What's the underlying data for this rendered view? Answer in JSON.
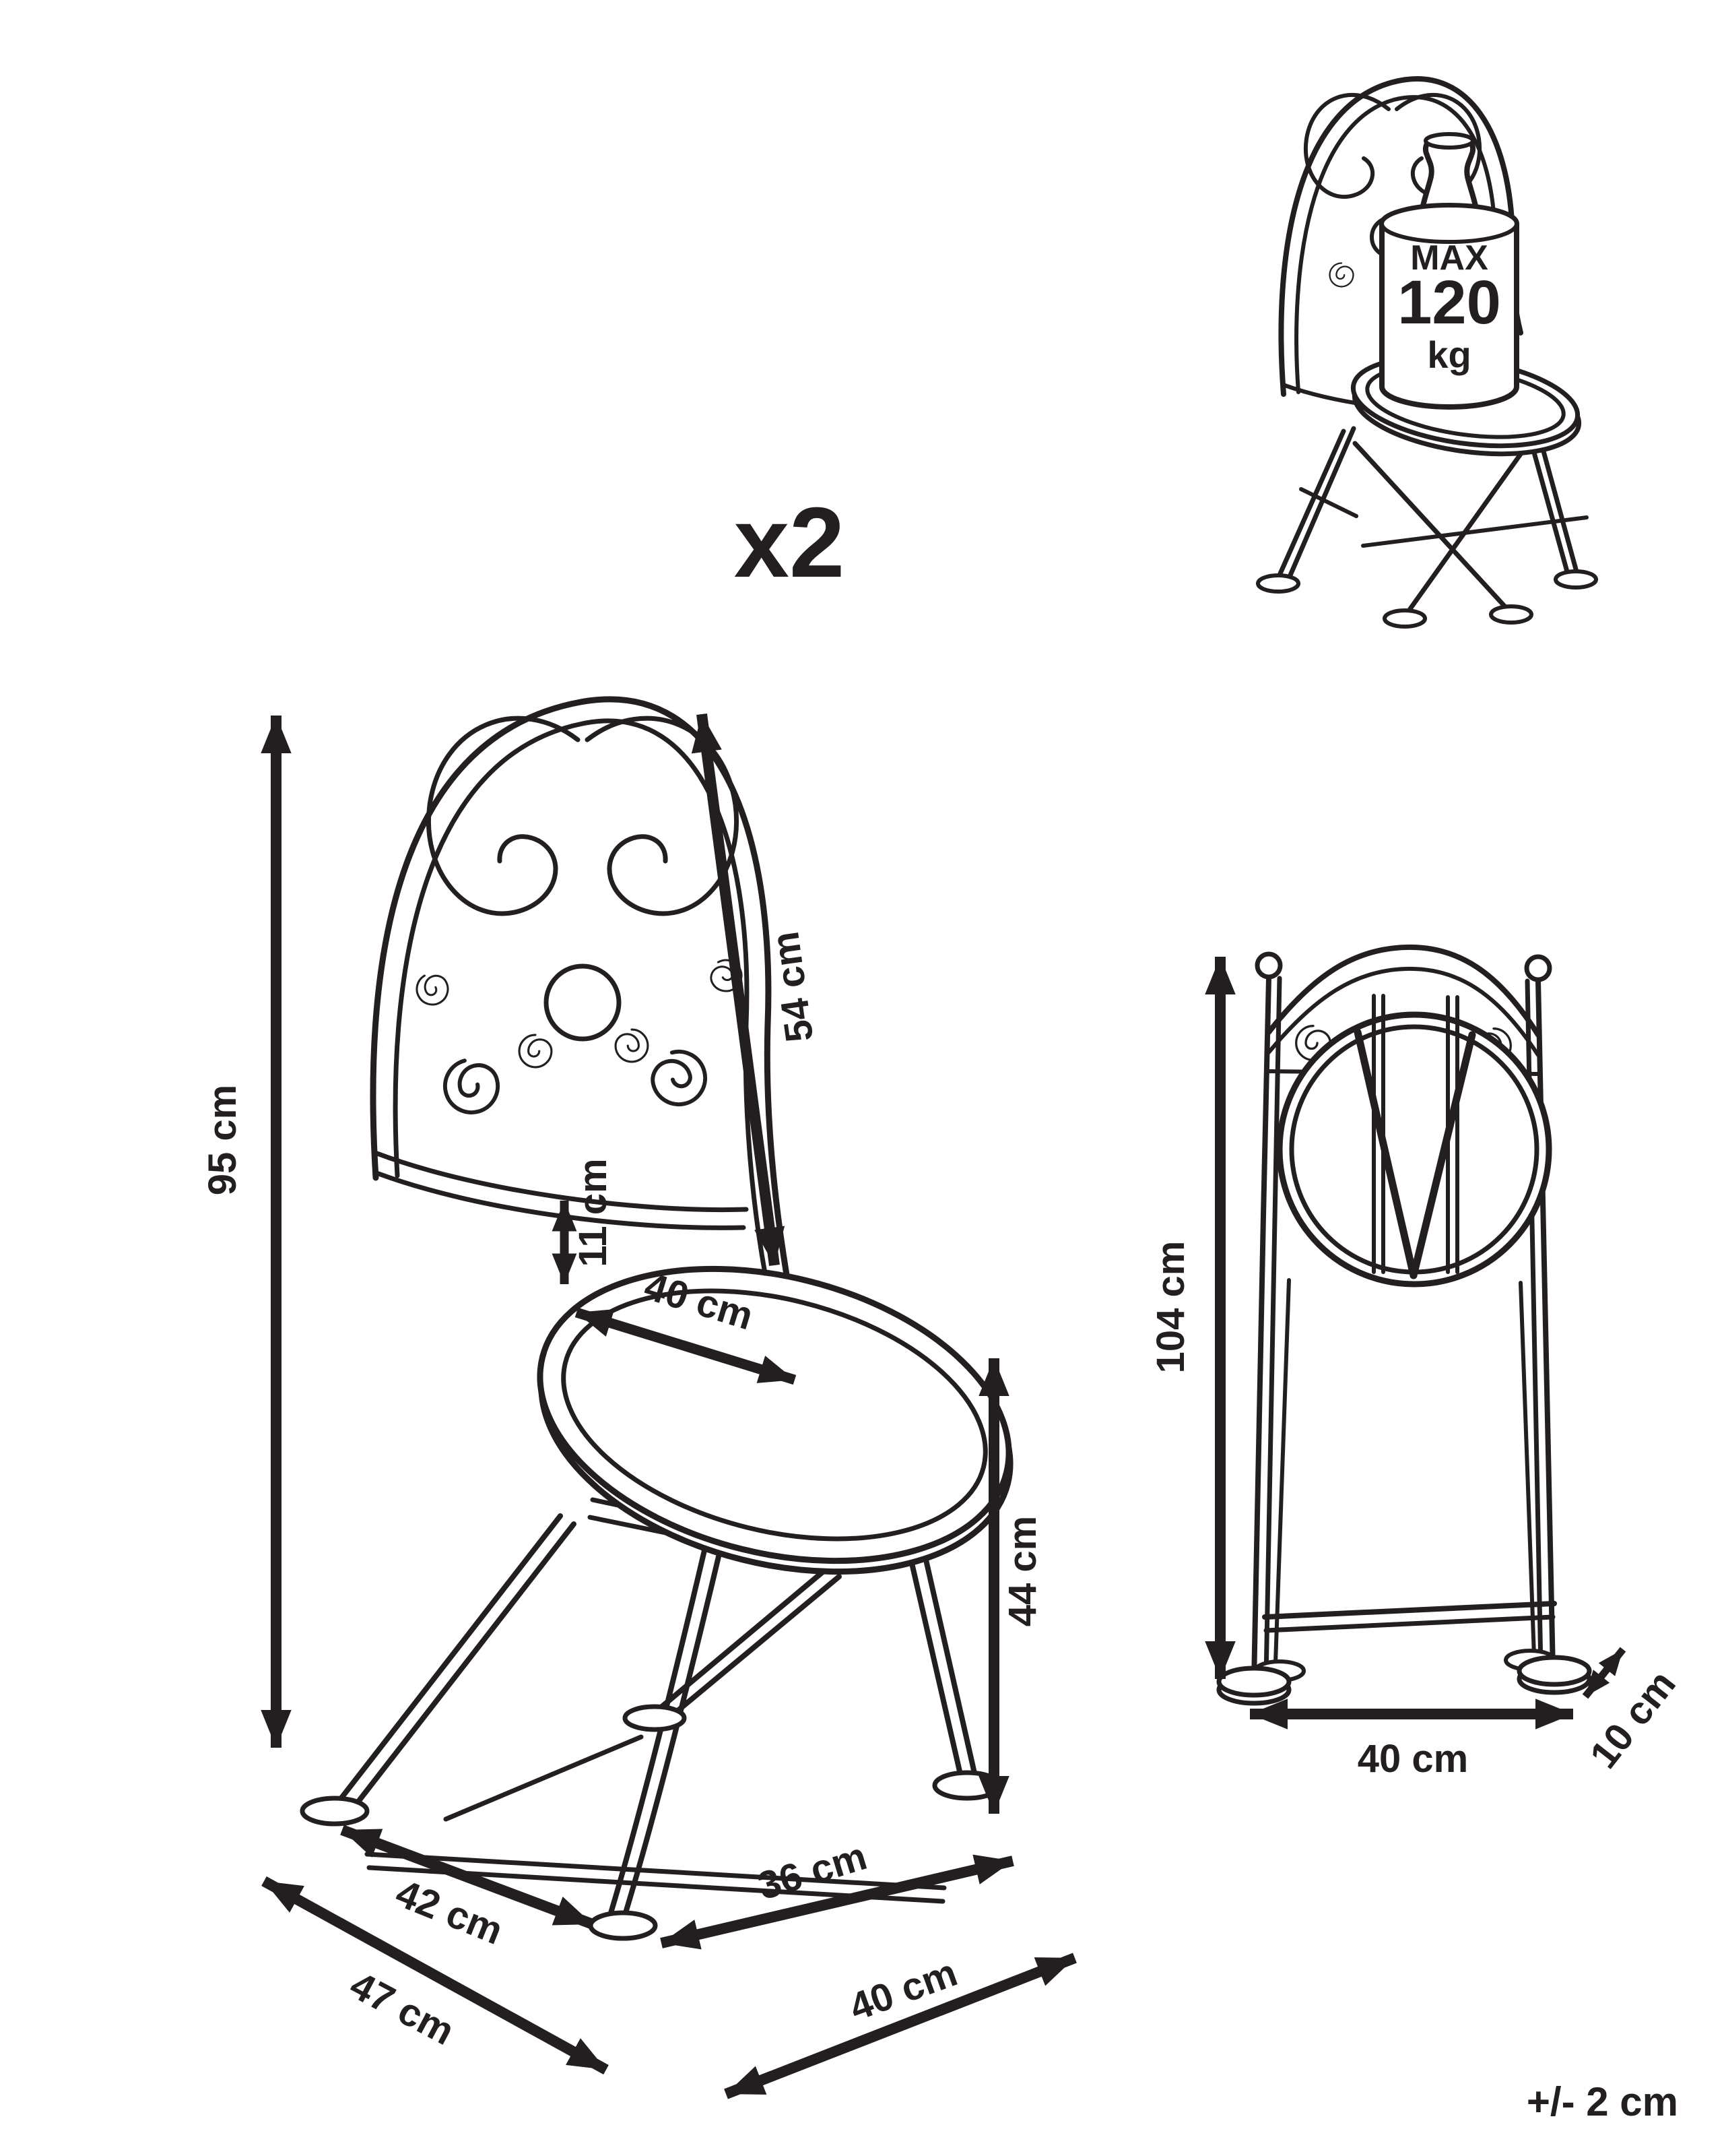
{
  "page": {
    "background": "#ffffff",
    "ink_color": "#231f20"
  },
  "quantity": {
    "label": "x2"
  },
  "tolerance": {
    "label": "+/- 2 cm"
  },
  "load_capacity": {
    "line1": "MAX",
    "line2": "120",
    "line3": "kg"
  },
  "unfolded": {
    "total_height": "95 cm",
    "backrest_height": "54 cm",
    "seat_clearance": "11 cm",
    "seat_diameter": "40 cm",
    "seat_height": "44 cm",
    "footprint_depth_inner": "42 cm",
    "footprint_depth_outer": "47 cm",
    "footprint_width_inner": "36 cm",
    "footprint_width_outer": "40 cm"
  },
  "folded": {
    "height": "104 cm",
    "width": "40 cm",
    "depth": "10 cm"
  }
}
